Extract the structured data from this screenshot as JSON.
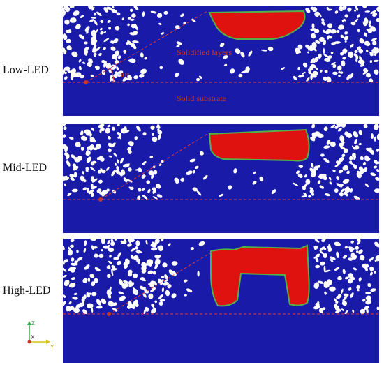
{
  "rows": [
    {
      "label": "Low-LED"
    },
    {
      "label": "Mid-LED"
    },
    {
      "label": "High-LED"
    }
  ],
  "annotations": {
    "solidified_layers": "Solidified layers",
    "solid_substrate": "Solid substrate",
    "angle": "30°"
  },
  "axes_triad": {
    "z": "Z",
    "x": "X",
    "y": "Y"
  },
  "colors": {
    "powder_bed": "#1a1aa8",
    "substrate": "#1a1aa8",
    "melt_pool": "#e0120f",
    "melt_pool_edge": "#56b04a",
    "guide_line": "#e23a3a",
    "pores": "#ffffff"
  }
}
